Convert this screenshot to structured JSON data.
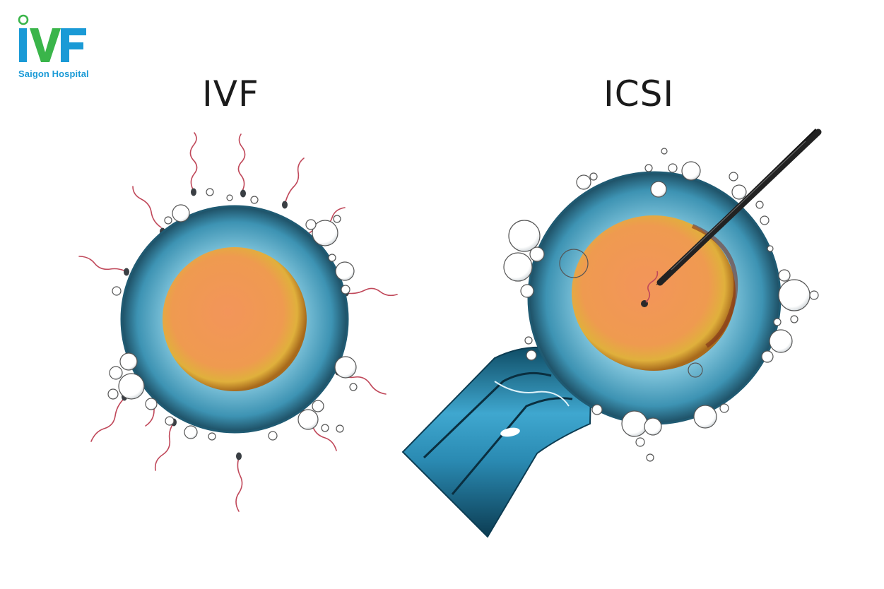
{
  "logo": {
    "mark_text": "IVF",
    "subtitle": "Saigon Hospital",
    "colors": {
      "primary": "#1a9ad6",
      "accent": "#3ab54a"
    }
  },
  "panels": [
    {
      "id": "ivf",
      "title": "IVF"
    },
    {
      "id": "icsi",
      "title": "ICSI"
    }
  ],
  "colors": {
    "zona": "#4fa9c6",
    "zona_dark": "#1f5a72",
    "cytoplasm": "#f0a055",
    "cytoplasm_rim": "#d6b23a",
    "sperm": "#c0485a",
    "pipette": "#2c8fb6"
  }
}
